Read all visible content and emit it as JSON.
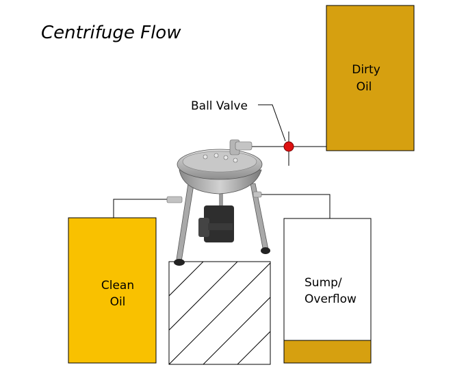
{
  "diagram": {
    "title": "Centrifuge Flow",
    "valve_label": "Ball Valve",
    "tanks": {
      "dirty": {
        "line1": "Dirty",
        "line2": "Oil"
      },
      "clean": {
        "line1": "Clean",
        "line2": "Oil"
      },
      "sump": {
        "line1": "Sump/",
        "line2": "Overflow"
      }
    },
    "colors": {
      "dirty_oil": "#d6a010",
      "clean_oil": "#f9c100",
      "sump_fill": "#d6a010",
      "valve": "#dd1111",
      "outline": "#000000"
    }
  }
}
